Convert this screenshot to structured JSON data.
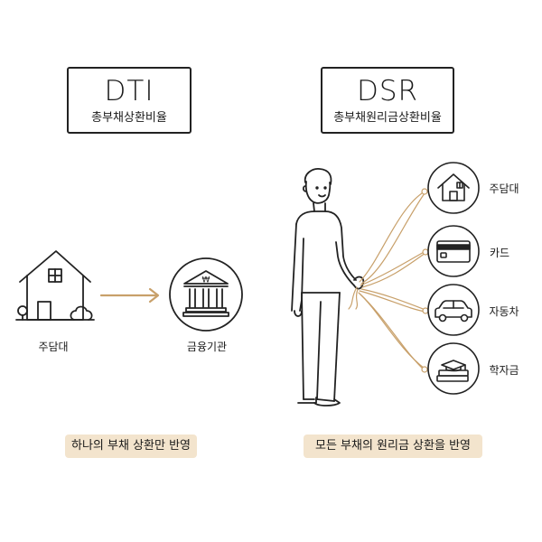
{
  "dti": {
    "title": "DTI",
    "subtitle": "총부채상환비율",
    "house_label": "주담대",
    "bank_label": "금융기관",
    "summary": "하나의 부채 상환만 반영"
  },
  "dsr": {
    "title": "DSR",
    "subtitle": "총부채원리금상환비율",
    "loans": [
      {
        "label": "주담대",
        "icon": "house-icon"
      },
      {
        "label": "카드",
        "icon": "credit-card-icon"
      },
      {
        "label": "자동차",
        "icon": "car-icon"
      },
      {
        "label": "학자금",
        "icon": "books-icon"
      }
    ],
    "summary": "모든 부채의 원리금 상환을 반영"
  },
  "colors": {
    "accent": "#c8a06a",
    "pill_bg": "#f3e4cd",
    "stroke": "#222222"
  }
}
